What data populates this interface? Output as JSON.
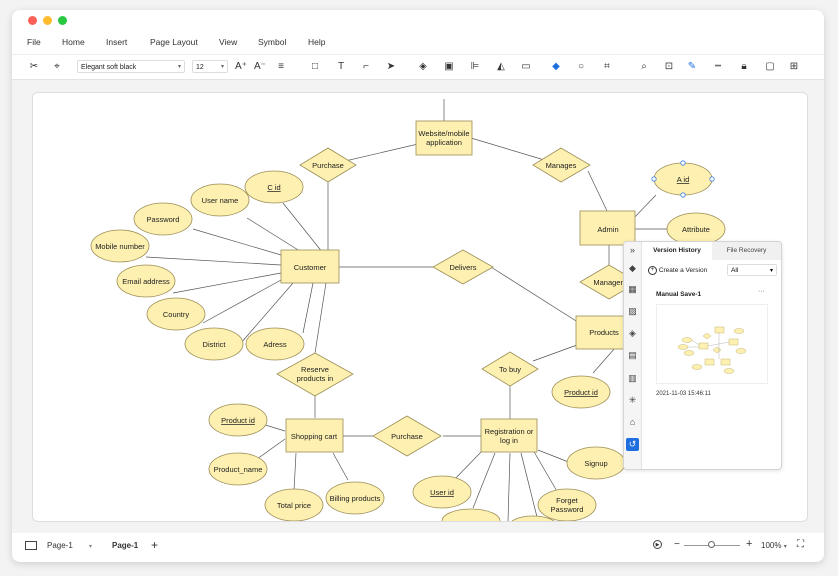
{
  "menu": [
    "File",
    "Home",
    "Insert",
    "Page Layout",
    "View",
    "Symbol",
    "Help"
  ],
  "toolbar": {
    "font_name": "Elegant soft black",
    "font_size": "12"
  },
  "icons": {
    "scissors": "scissors-icon",
    "brush": "format-painter-icon",
    "grow": "font-grow-icon",
    "shrink": "font-shrink-icon",
    "align": "align-icon",
    "rect": "rectangle-icon",
    "text": "text-icon",
    "connector": "connector-icon",
    "pointer": "pointer-icon",
    "layers": "layers-icon",
    "group": "group-icon",
    "alignl": "align-left-icon",
    "flip": "flip-icon",
    "size": "size-icon",
    "fill": "fill-icon",
    "shape": "shape-icon",
    "crop": "crop-icon",
    "search": "search-icon",
    "fit": "fit-icon",
    "line_color": "line-color-icon",
    "line_style": "line-style-icon",
    "lock": "lock-icon",
    "frame": "frame-icon",
    "more": "more-icon"
  },
  "diagram": {
    "website": "Website/mobile application",
    "purchase_top": "Purchase",
    "manages_top": "Manages",
    "c_id": "C id",
    "user_name": "User name",
    "password": "Password",
    "mobile_number": "Mobile number",
    "email": "Email address",
    "country": "Country",
    "district": "District",
    "adress": "Adress",
    "customer": "Customer",
    "delivers": "Delivers",
    "admin": "Admin",
    "a_id": "A id",
    "attribute": "Attribute",
    "manages_mid": "Managen",
    "products": "Products",
    "product_id_right": "Product id",
    "to_buy": "To buy",
    "reserve": "Reserve products in",
    "shopping_cart": "Shopping cart",
    "purchase_mid": "Purchase",
    "registration": "Registration or log in",
    "signup": "Signup",
    "product_id_left": "Product id",
    "product_name": "Product_name",
    "total_price": "Total price",
    "billing": "Billing products",
    "user_id": "User id",
    "forget": "Forget Password"
  },
  "panel": {
    "tab_history": "Version History",
    "tab_recovery": "File Recovery",
    "create_version": "Create a Version",
    "filter": "All",
    "save_name": "Manual Save-1",
    "save_time": "2021-11-03 15:46:11",
    "more": "···"
  },
  "status": {
    "page_select": "Page-1",
    "page_tab": "Page-1",
    "add": "+",
    "zoom": "100%",
    "minus": "−",
    "plus": "+"
  },
  "colors": {
    "entity_fill": "#fdf0b0",
    "entity_stroke": "#9b8d56",
    "accent": "#1f6fe0"
  }
}
